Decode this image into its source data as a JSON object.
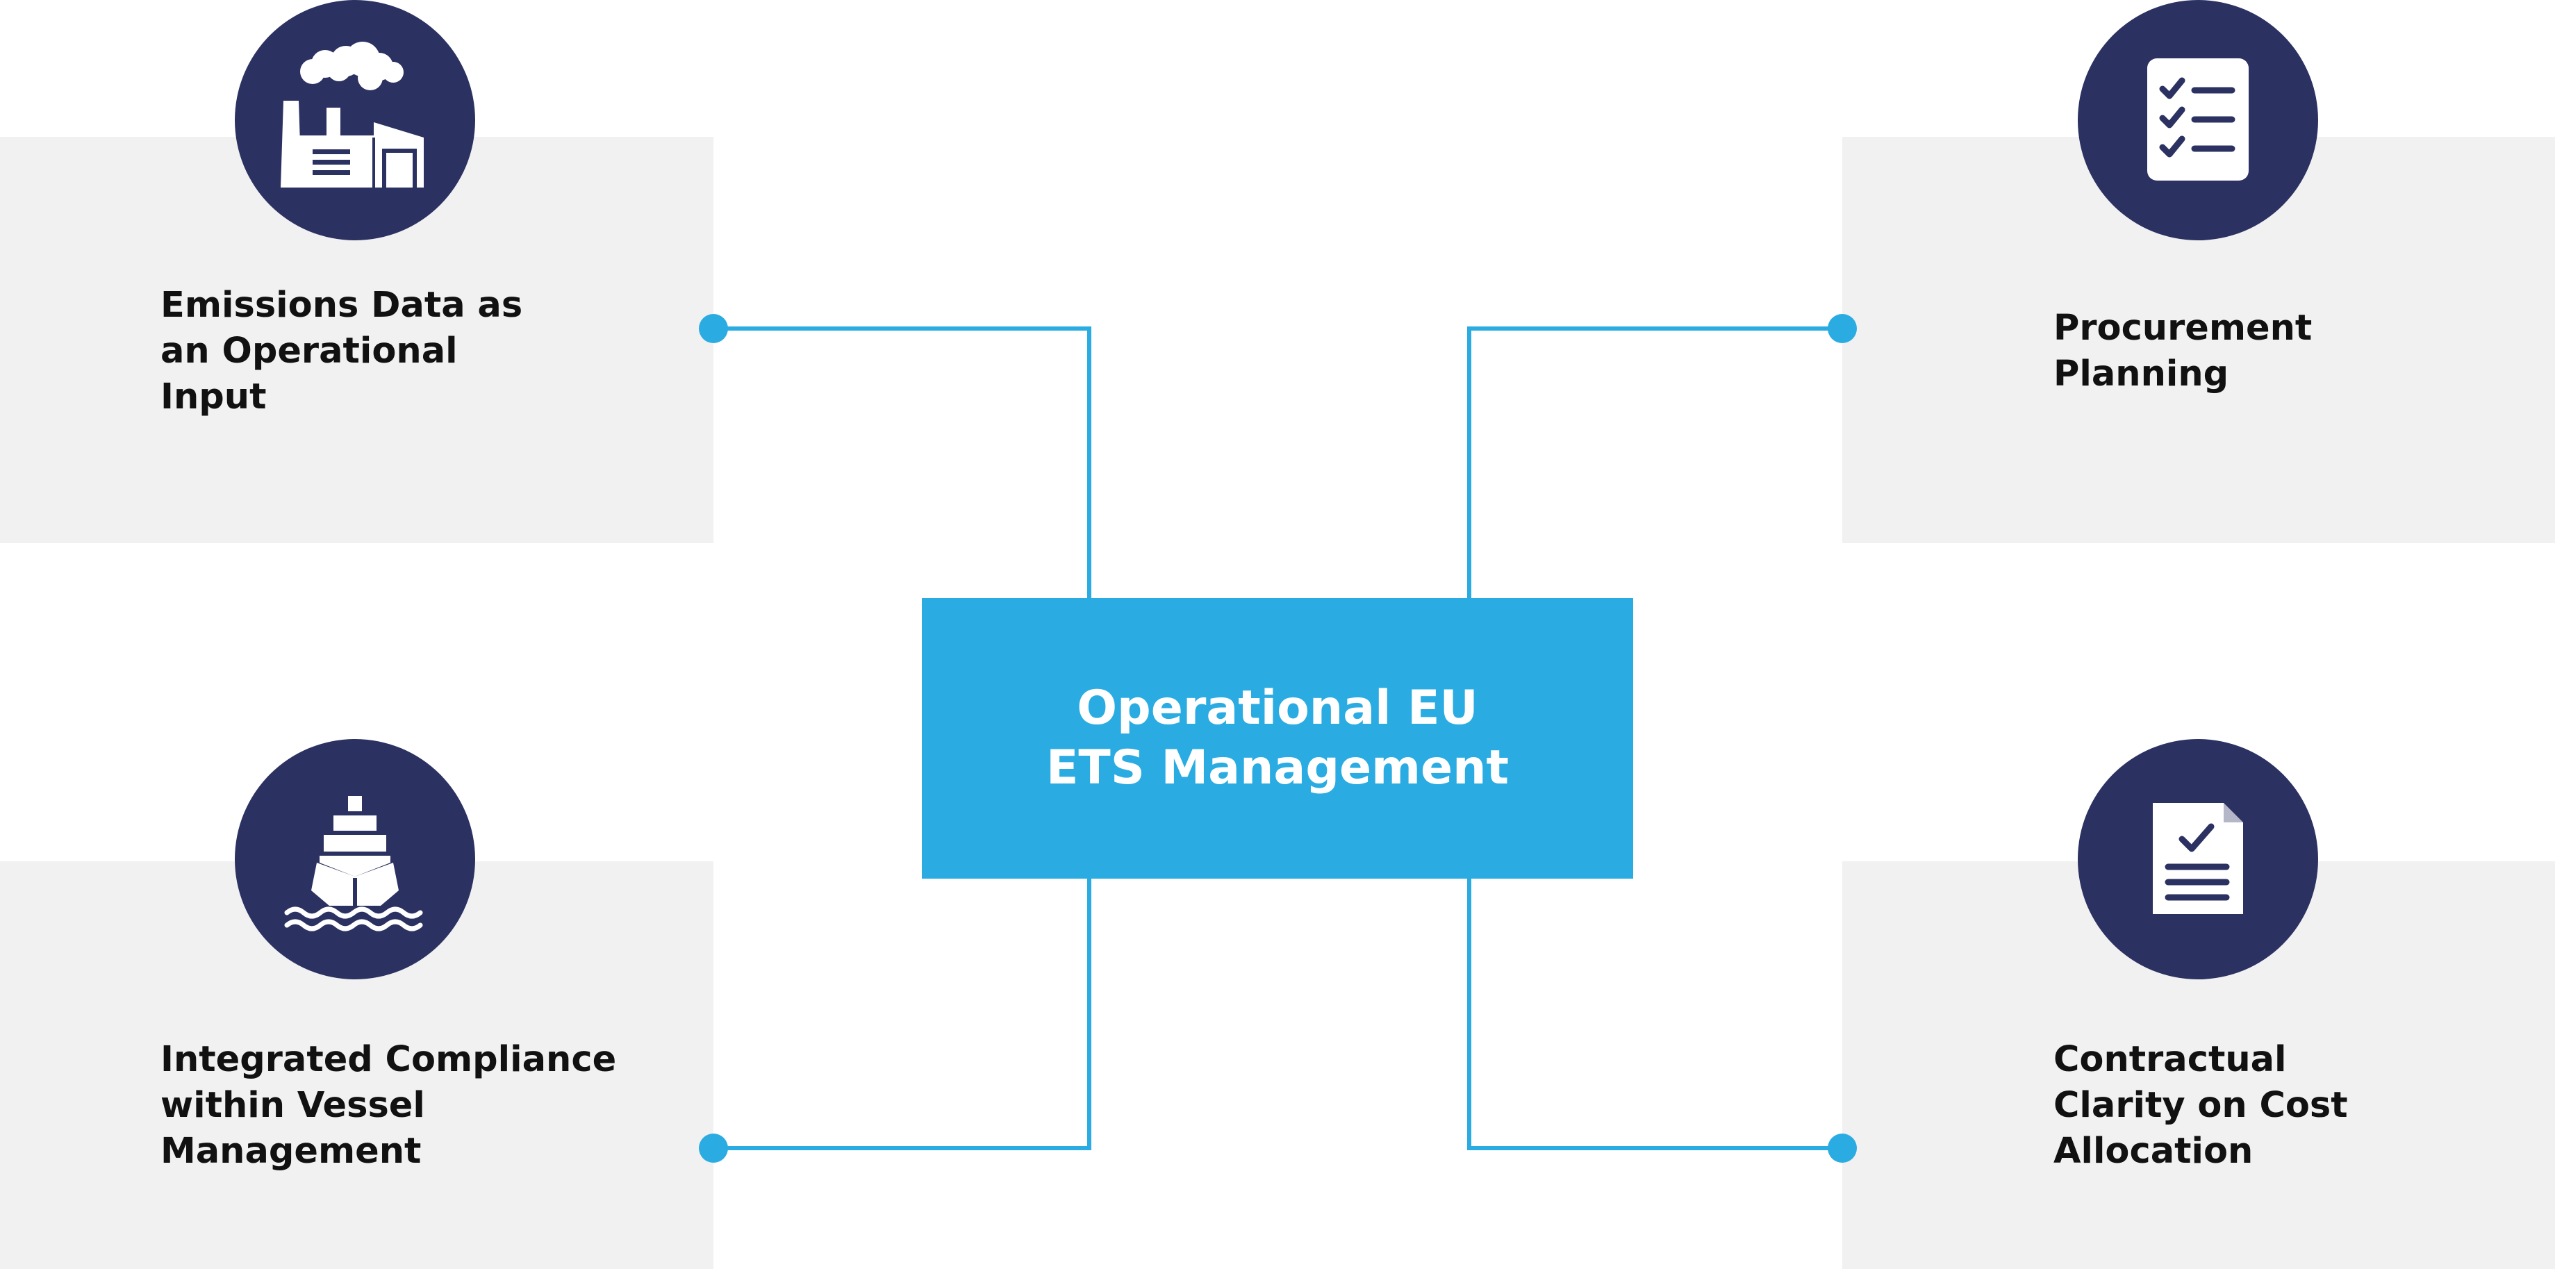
{
  "center": {
    "line1": "Operational EU",
    "line2": "ETS Management"
  },
  "nodes": {
    "top_left": {
      "icon": "factory-icon",
      "lines": [
        "Emissions Data as",
        "an Operational",
        "Input"
      ]
    },
    "top_right": {
      "icon": "checklist-icon",
      "lines": [
        "Procurement",
        "Planning"
      ]
    },
    "bottom_left": {
      "icon": "ship-icon",
      "lines": [
        "Integrated Compliance",
        "within Vessel",
        "Management"
      ]
    },
    "bottom_right": {
      "icon": "contract-document-icon",
      "lines": [
        "Contractual",
        "Clarity on Cost",
        "Allocation"
      ]
    }
  },
  "colors": {
    "accent": "#2aace2",
    "icon_circle": "#2b3161",
    "panel_background": "#f1f1f2",
    "text": "#111111"
  }
}
